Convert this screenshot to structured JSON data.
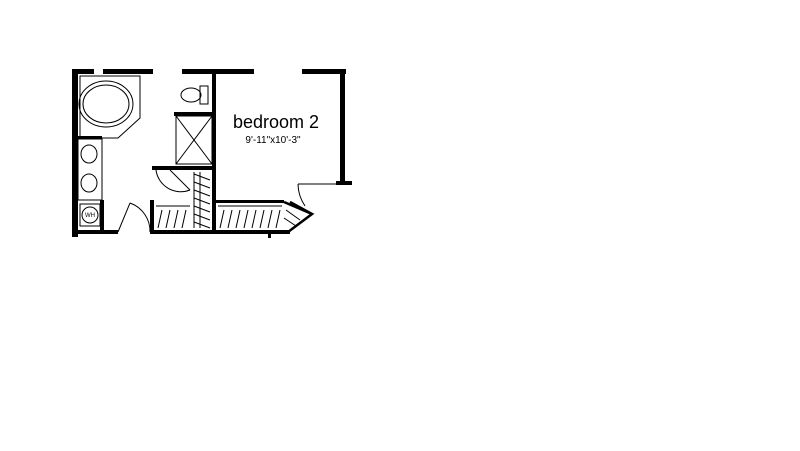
{
  "plan": {
    "rooms": [
      {
        "name": "bedroom 2",
        "dimensions": "9'-11\"x10'-3\""
      }
    ],
    "fixtures": {
      "water_heater_label": "WH"
    }
  }
}
